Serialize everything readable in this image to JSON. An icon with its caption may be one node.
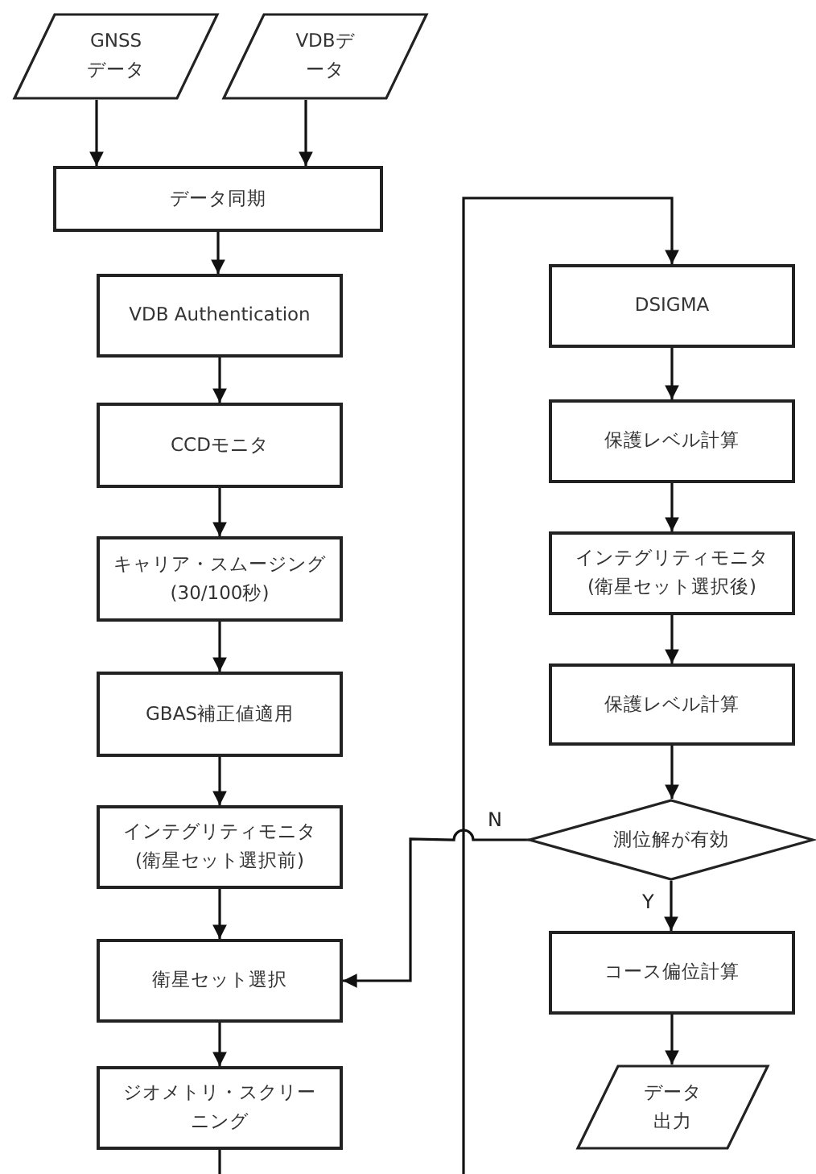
{
  "diagram": {
    "nodes": [
      {
        "text": [
          "GNSSデータ"
        ]
      },
      {
        "text": [
          "VDBデータ"
        ]
      },
      {
        "text": [
          "データ同期"
        ]
      },
      {
        "text": [
          "VDB Authentication"
        ]
      },
      {
        "text": [
          "CCDモニタ"
        ]
      },
      {
        "text": [
          "キャリア・スムージング(30/100秒)"
        ]
      },
      {
        "text": [
          "GBAS補正値適用"
        ]
      },
      {
        "text": [
          "インテグリティモニタ(衛星セット選択前)"
        ]
      },
      {
        "text": [
          "衛星セット選択"
        ]
      },
      {
        "text": [
          "ジオメトリ・スクリーニング"
        ]
      },
      {
        "text": [
          "DSIGMA"
        ]
      },
      {
        "text": [
          "保護レベル計算"
        ]
      },
      {
        "text": [
          "インテグリティモニタ(衛星セット選択後)"
        ]
      },
      {
        "text": [
          "保護レベル計算"
        ]
      },
      {
        "text": [
          "測位解が有効"
        ]
      },
      {
        "text": [
          "コース偏位計算"
        ]
      },
      {
        "text": [
          "データ出力"
        ]
      }
    ],
    "edges": [
      {
        "from": 0,
        "to": 2,
        "arrow": "to"
      },
      {
        "from": 1,
        "to": 2,
        "arrow": "to"
      },
      {
        "from": 2,
        "to": 3,
        "arrow": "to"
      },
      {
        "from": 3,
        "to": 4,
        "arrow": "to"
      },
      {
        "from": 4,
        "to": 5,
        "arrow": "to"
      },
      {
        "from": 5,
        "to": 6,
        "arrow": "to"
      },
      {
        "from": 6,
        "to": 7,
        "arrow": "to"
      },
      {
        "from": 7,
        "to": 8,
        "arrow": "to"
      },
      {
        "from": 8,
        "to": 9,
        "arrow": "to"
      },
      {
        "from": 9,
        "to": null,
        "arrow": "none"
      },
      {
        "from": null,
        "to": 10,
        "arrow": "to"
      },
      {
        "from": 10,
        "to": 11,
        "arrow": "to"
      },
      {
        "from": 11,
        "to": 12,
        "arrow": "to"
      },
      {
        "from": 12,
        "to": 13,
        "arrow": "to"
      },
      {
        "from": 13,
        "to": 14,
        "arrow": "to"
      },
      {
        "from": 14,
        "to": 8,
        "label": "N",
        "arrow": "to"
      },
      {
        "from": 14,
        "to": 15,
        "label": "Y",
        "arrow": "to"
      },
      {
        "from": 15,
        "to": 16,
        "arrow": "to"
      }
    ]
  }
}
